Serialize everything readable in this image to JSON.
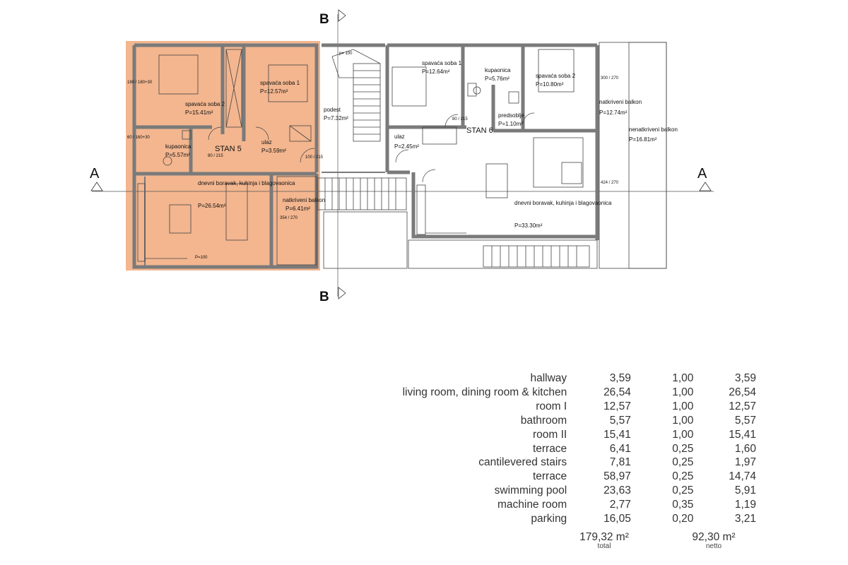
{
  "plan": {
    "section_a": "A",
    "section_b": "B",
    "unit5": {
      "name": "STAN 5",
      "rooms": [
        {
          "id": "r5-bed2",
          "name": "spavaća soba 2",
          "area": "P=15.41m²"
        },
        {
          "id": "r5-bed1",
          "name": "spavaća soba 1",
          "area": "P=12.57m²"
        },
        {
          "id": "r5-bath",
          "name": "kupaonica",
          "area": "P=5.57m²"
        },
        {
          "id": "r5-hall",
          "name": "ulaz",
          "area": "P=3.59m²"
        },
        {
          "id": "r5-living",
          "name": "dnevni boravak, kuhinja i blagovaonica",
          "area": "P=26.54m²"
        },
        {
          "id": "r5-balcony",
          "name": "natkriveni balkon",
          "area": "P=6.41m²"
        }
      ]
    },
    "unit6": {
      "name": "STAN 6",
      "rooms": [
        {
          "id": "r6-bed1",
          "name": "spavaća soba 1",
          "area": "P=12.64m²"
        },
        {
          "id": "r6-bath",
          "name": "kupaonica",
          "area": "P=5.76m²"
        },
        {
          "id": "r6-bed2",
          "name": "spavaća soba 2",
          "area": "P=10.80m²"
        },
        {
          "id": "r6-foyer",
          "name": "predsoblje",
          "area": "P=1.10m²"
        },
        {
          "id": "r6-hall",
          "name": "ulaz",
          "area": "P=2.45m²"
        },
        {
          "id": "r6-living",
          "name": "dnevni boravak, kuhinja i blagovaonica",
          "area": "P=33.30m²"
        },
        {
          "id": "r6-balc-cov",
          "name": "natkriveni balkon",
          "area": "P=12.74m²"
        },
        {
          "id": "r6-balc-open",
          "name": "nenatkriveni balkon",
          "area": "P=16.81m²"
        }
      ]
    },
    "landing": {
      "name": "podest",
      "area": "P=7.32m²"
    },
    "dims": {
      "p100": "P=100",
      "p100b": "p= 100",
      "d80_215": "80 / 215",
      "d100_215": "100 / 215",
      "d300_270": "300 / 270",
      "d424_270": "424 / 270",
      "d354_270": "354 / 270",
      "d180": "180 / 180+30",
      "d60": "60 / 160+30"
    }
  },
  "table": {
    "rows": [
      {
        "name": "hallway",
        "area": "3,59",
        "coef": "1,00",
        "net": "3,59"
      },
      {
        "name": "living room, dining room & kitchen",
        "area": "26,54",
        "coef": "1,00",
        "net": "26,54"
      },
      {
        "name": "room I",
        "area": "12,57",
        "coef": "1,00",
        "net": "12,57"
      },
      {
        "name": "bathroom",
        "area": "5,57",
        "coef": "1,00",
        "net": "5,57"
      },
      {
        "name": "room II",
        "area": "15,41",
        "coef": "1,00",
        "net": "15,41"
      },
      {
        "name": "terrace",
        "area": "6,41",
        "coef": "0,25",
        "net": "1,60"
      },
      {
        "name": "cantilevered stairs",
        "area": "7,81",
        "coef": "0,25",
        "net": "1,97"
      },
      {
        "name": "terrace",
        "area": "58,97",
        "coef": "0,25",
        "net": "14,74"
      },
      {
        "name": "swimming pool",
        "area": "23,63",
        "coef": "0,25",
        "net": "5,91"
      },
      {
        "name": "machine room",
        "area": "2,77",
        "coef": "0,35",
        "net": "1,19"
      },
      {
        "name": "parking",
        "area": "16,05",
        "coef": "0,20",
        "net": "3,21"
      }
    ],
    "total": {
      "value": "179,32 m²",
      "label": "total"
    },
    "netto": {
      "value": "92,30 m²",
      "label": "netto"
    }
  },
  "colors": {
    "highlight": "#f3b68f",
    "wall": "#7a7a7a",
    "line": "#333333"
  }
}
